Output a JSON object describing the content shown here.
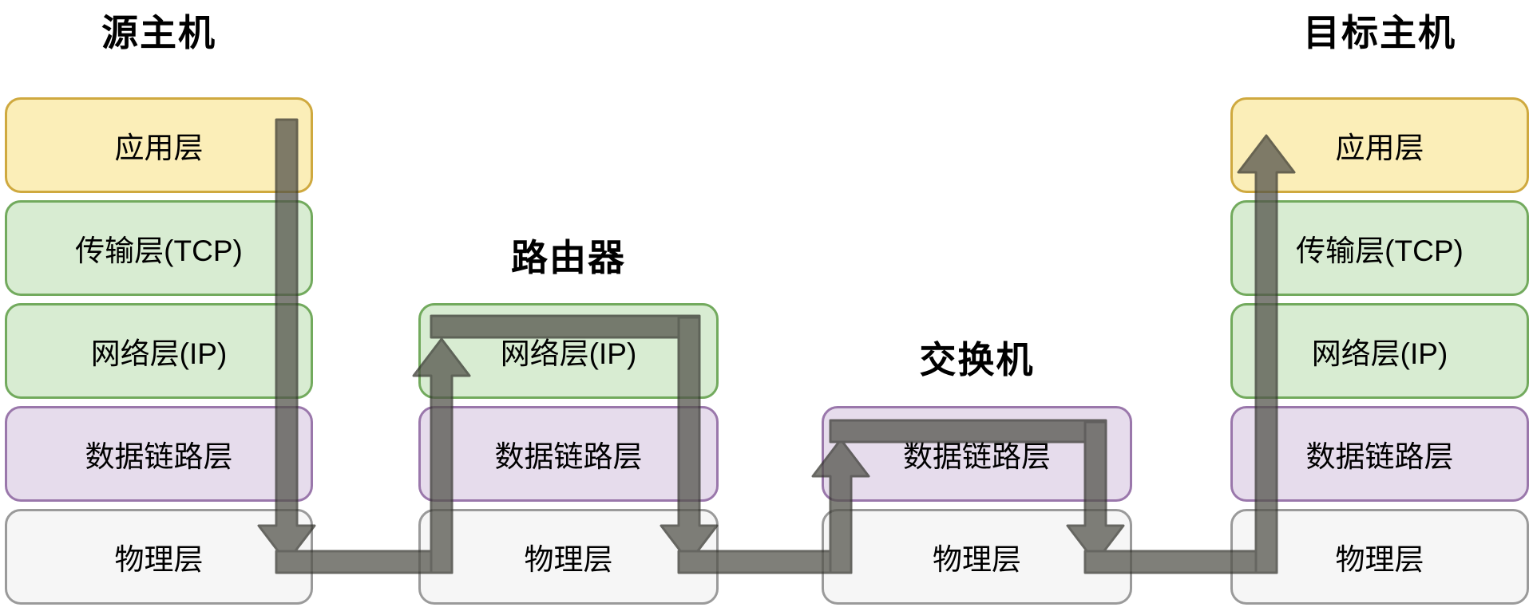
{
  "diagram": {
    "columns": [
      {
        "title": "源主机",
        "layers": [
          {
            "label": "应用层",
            "type": "application"
          },
          {
            "label": "传输层(TCP)",
            "type": "transport"
          },
          {
            "label": "网络层(IP)",
            "type": "network"
          },
          {
            "label": "数据链路层",
            "type": "datalink"
          },
          {
            "label": "物理层",
            "type": "physical"
          }
        ]
      },
      {
        "title": "路由器",
        "layers": [
          {
            "label": "网络层(IP)",
            "type": "network"
          },
          {
            "label": "数据链路层",
            "type": "datalink"
          },
          {
            "label": "物理层",
            "type": "physical"
          }
        ]
      },
      {
        "title": "交换机",
        "layers": [
          {
            "label": "数据链路层",
            "type": "datalink"
          },
          {
            "label": "物理层",
            "type": "physical"
          }
        ]
      },
      {
        "title": "目标主机",
        "layers": [
          {
            "label": "应用层",
            "type": "application"
          },
          {
            "label": "传输层(TCP)",
            "type": "transport"
          },
          {
            "label": "网络层(IP)",
            "type": "network"
          },
          {
            "label": "数据链路层",
            "type": "datalink"
          },
          {
            "label": "物理层",
            "type": "physical"
          }
        ]
      }
    ],
    "colors": {
      "application_fill": "#fbeeb8",
      "application_border": "#cfa93f",
      "transport_network_fill": "#d8ecd2",
      "transport_network_border": "#72aa5d",
      "datalink_fill": "#e6dcec",
      "datalink_border": "#9a77ab",
      "physical_fill": "#f6f6f6",
      "physical_border": "#9a9a9a",
      "arrow": "#53534b"
    }
  }
}
